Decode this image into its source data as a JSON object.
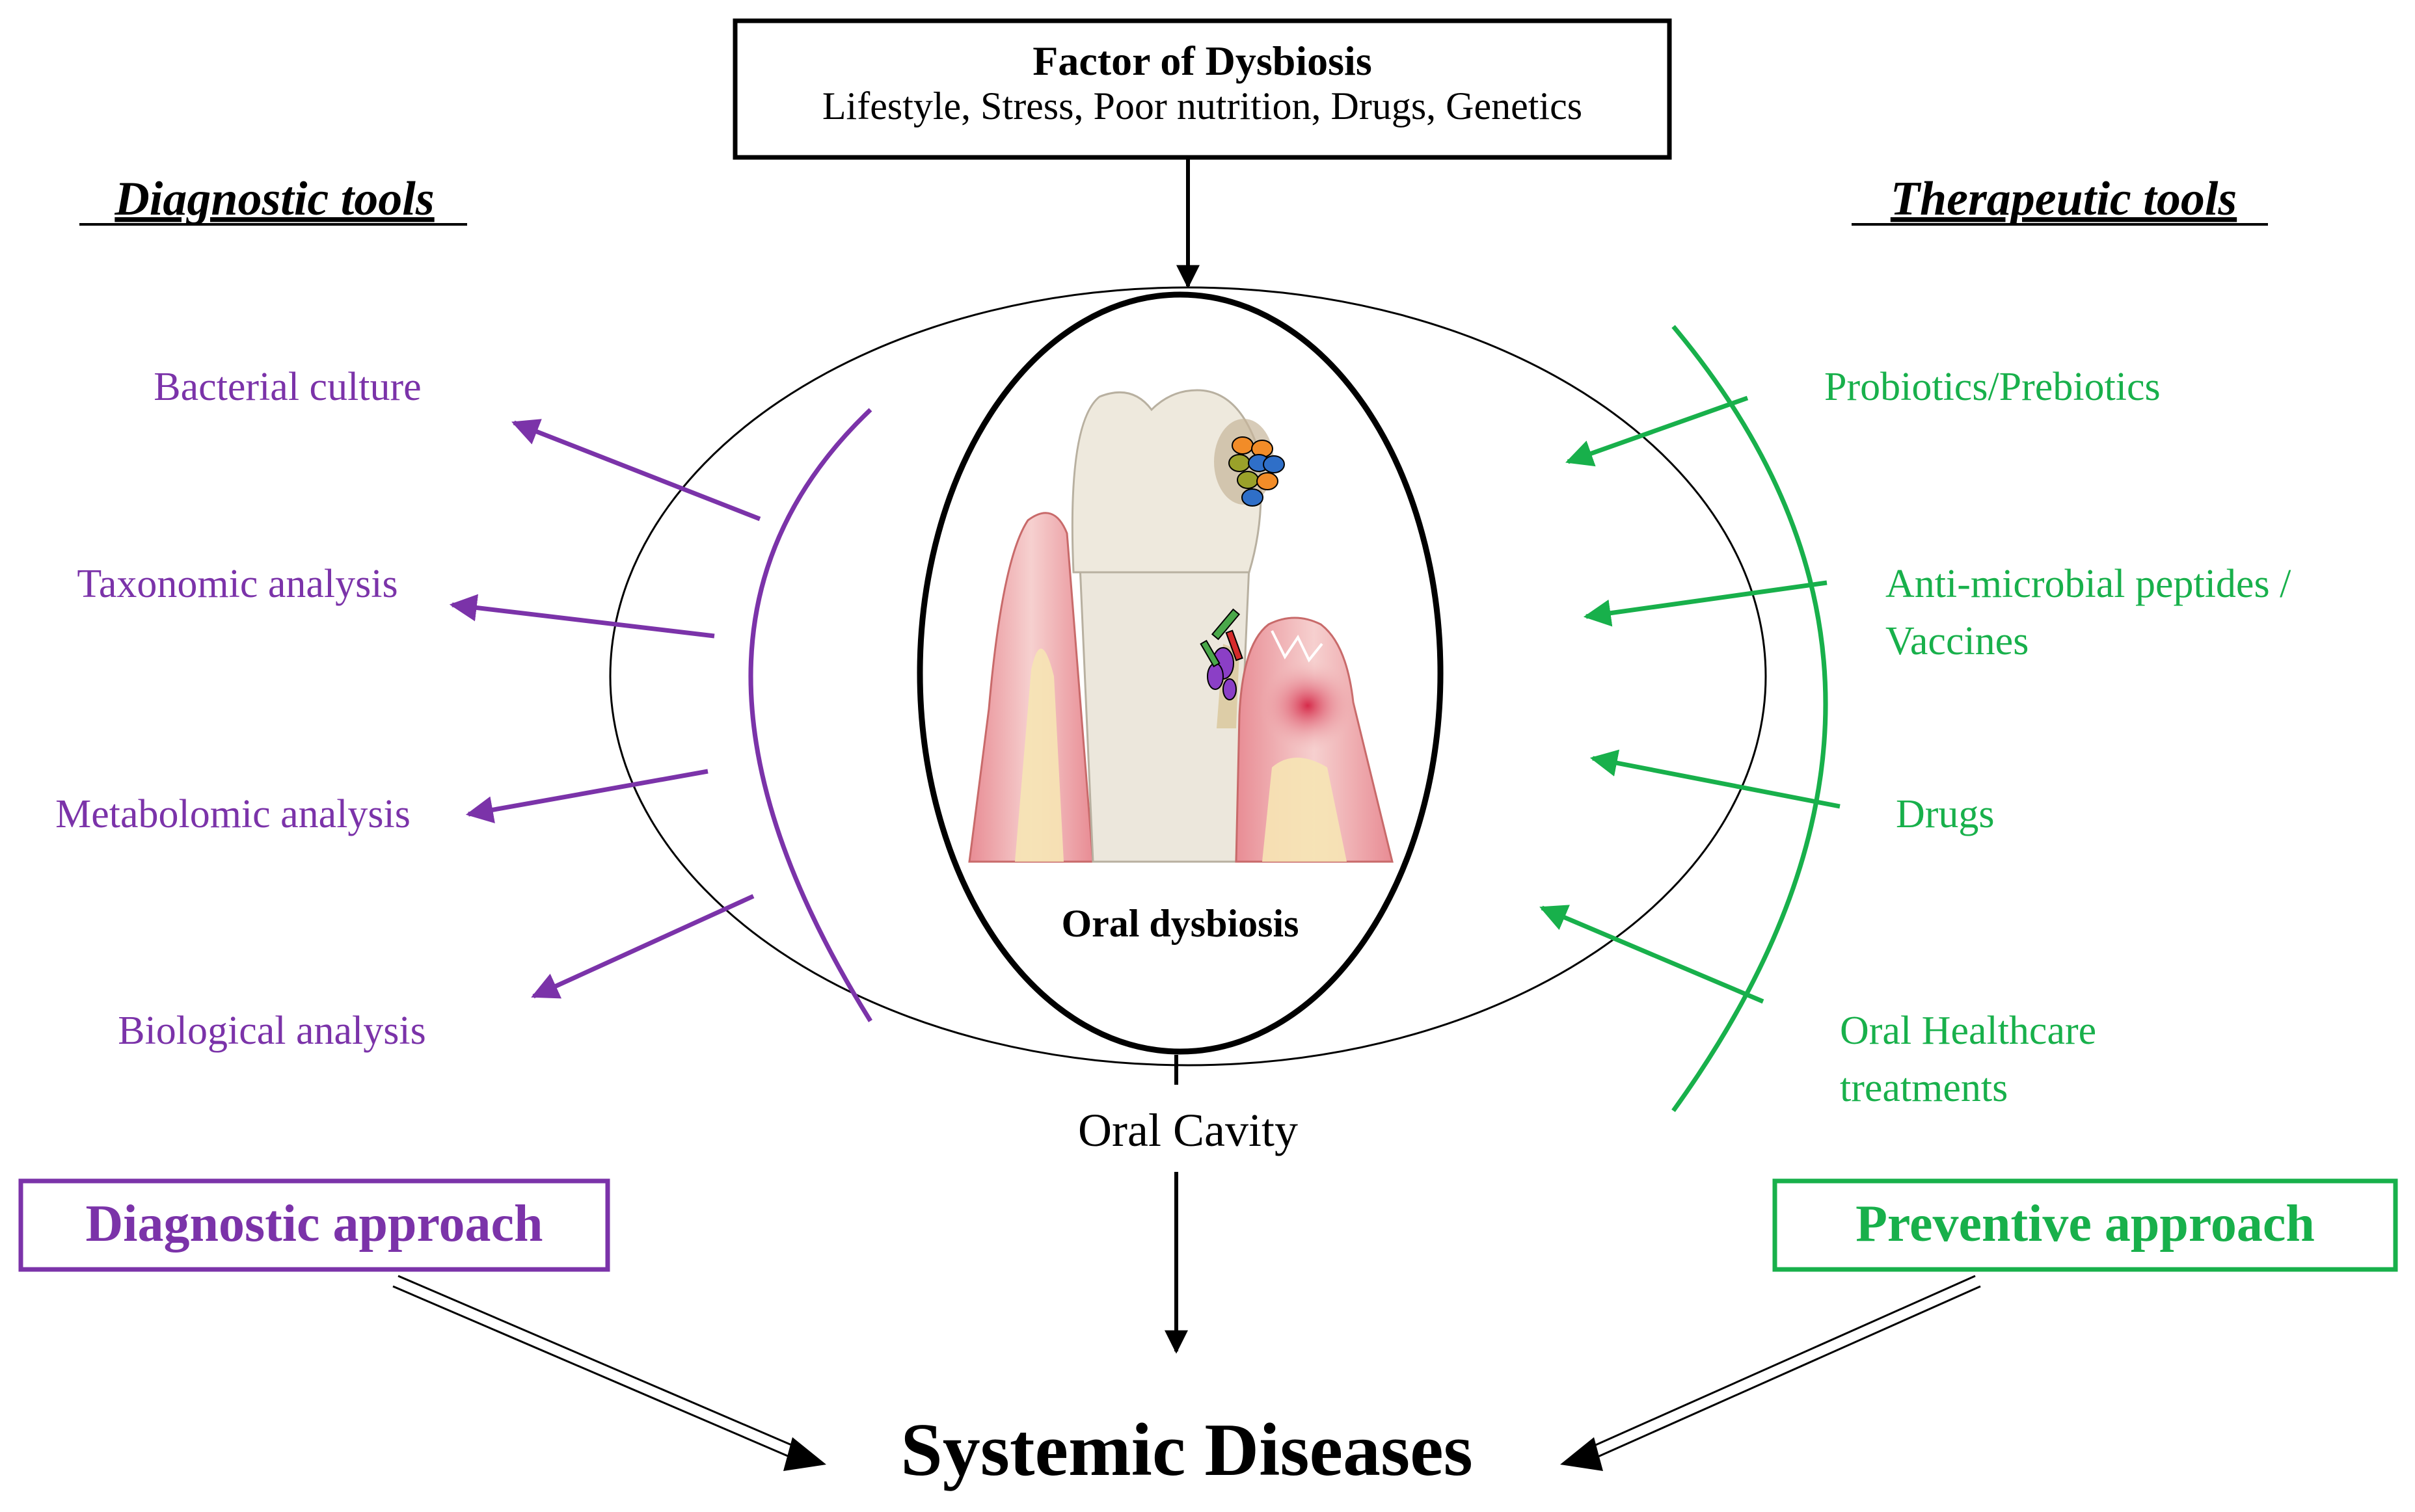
{
  "factor_box": {
    "title": "Factor of Dysbiosis",
    "subtitle": "Lifestyle, Stress, Poor nutrition, Drugs, Genetics"
  },
  "diagnostic": {
    "heading": "Diagnostic tools",
    "items": [
      "Bacterial culture",
      "Taxonomic analysis",
      "Metabolomic analysis",
      "Biological analysis"
    ],
    "approach": "Diagnostic approach",
    "color": "#7b33a9"
  },
  "therapeutic": {
    "heading": "Therapeutic tools",
    "items": [
      {
        "line1": "Probiotics/Prebiotics",
        "line2": ""
      },
      {
        "line1": "Anti-microbial peptides /",
        "line2": "Vaccines"
      },
      {
        "line1": "Drugs",
        "line2": ""
      },
      {
        "line1": "Oral Healthcare",
        "line2": "treatments"
      }
    ],
    "approach": "Preventive approach",
    "color": "#18b04b"
  },
  "center": {
    "oral_dysbiosis": "Oral dysbiosis",
    "oral_cavity": "Oral Cavity"
  },
  "outcome": "Systemic Diseases"
}
